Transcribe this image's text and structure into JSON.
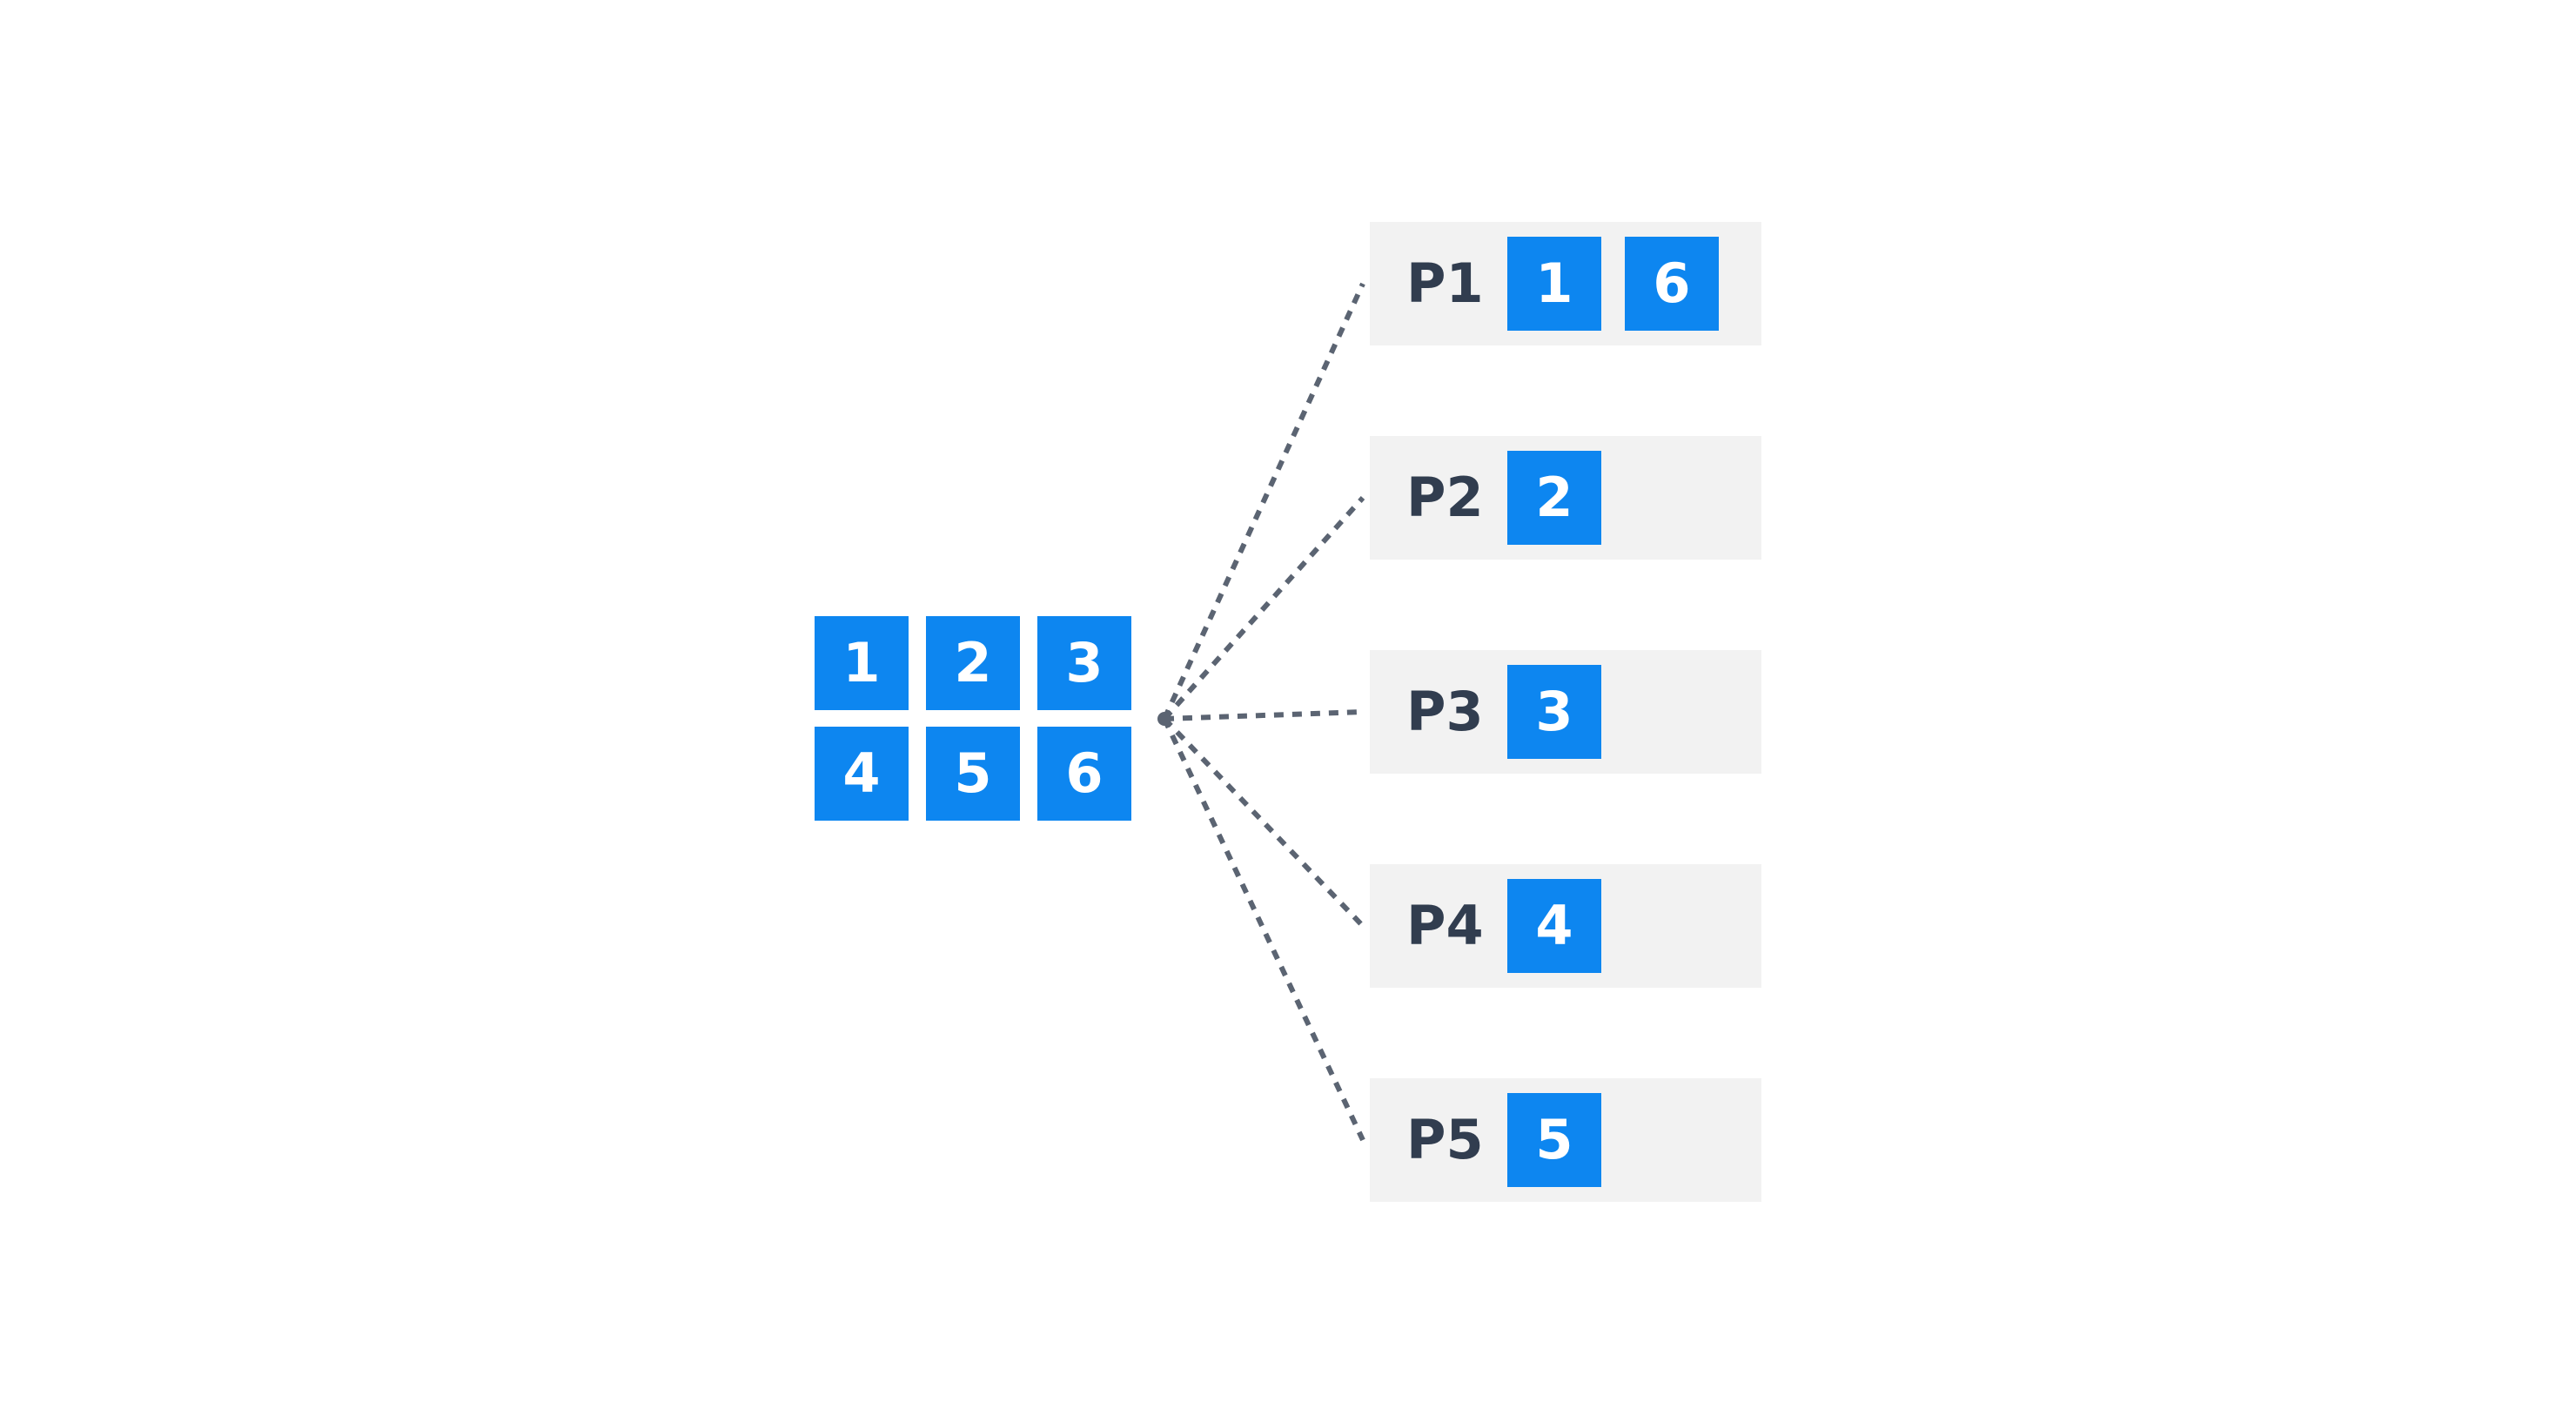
{
  "diagram": {
    "source_tasks": {
      "rows": [
        [
          "1",
          "2",
          "3"
        ],
        [
          "4",
          "5",
          "6"
        ]
      ]
    },
    "processors": [
      {
        "label": "P1",
        "tasks": [
          "1",
          "6"
        ]
      },
      {
        "label": "P2",
        "tasks": [
          "2"
        ]
      },
      {
        "label": "P3",
        "tasks": [
          "3"
        ]
      },
      {
        "label": "P4",
        "tasks": [
          "4"
        ]
      },
      {
        "label": "P5",
        "tasks": [
          "5"
        ]
      }
    ],
    "colors": {
      "background": "#ffffff",
      "task_blue": "#0d86f0",
      "task_text": "#ffffff",
      "row_bg": "#f2f2f2",
      "label_text": "#313d4f",
      "line_gray": "#5b6472"
    }
  }
}
